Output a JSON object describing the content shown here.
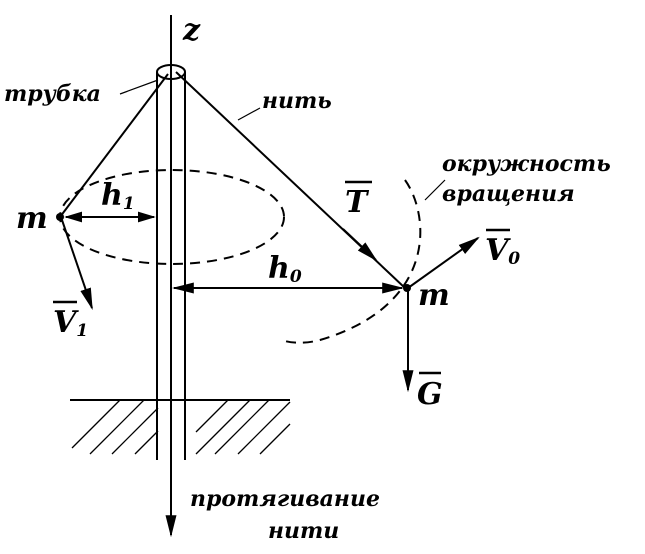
{
  "labels": {
    "axis_z": "z",
    "tube": "трубка",
    "thread": "нить",
    "circle_line1": "окружность",
    "circle_line2": "вращения",
    "mass_left": "m",
    "mass_right": "m",
    "h1_main": "h",
    "h1_sub": "1",
    "h0_main": "h",
    "h0_sub": "0",
    "tension": "T",
    "v0_main": "V",
    "v0_sub": "0",
    "v1_main": "V",
    "v1_sub": "1",
    "gravity": "G",
    "pull_line1": "протягивание",
    "pull_line2": "нити"
  }
}
